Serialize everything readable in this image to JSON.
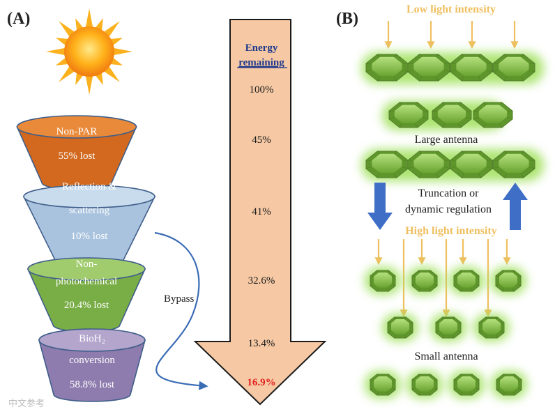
{
  "panel_a": {
    "label": "(A)",
    "funnels": [
      {
        "lines": [
          "Non-PAR",
          "55% lost"
        ],
        "fill": "#d2691e",
        "top": "#e98a3a",
        "text_color": "#ffffff"
      },
      {
        "lines": [
          "Reflection &",
          "scattering",
          "10% lost"
        ],
        "fill": "#a9c3de",
        "top": "#c9dcee",
        "text_color": "#ffffff"
      },
      {
        "lines": [
          "Non-",
          "photochemical",
          "20.4% lost"
        ],
        "fill": "#79ad46",
        "top": "#a0cc6e",
        "text_color": "#ffffff"
      },
      {
        "lines": [
          "BioH₂",
          "conversion",
          "58.8% lost"
        ],
        "fill": "#8e7cae",
        "top": "#b3a5cc",
        "text_color": "#ffffff"
      }
    ],
    "bypass_label": "Bypass",
    "arrow": {
      "header_lines": [
        "Energy",
        "remaining"
      ],
      "header_color": "#203a8c",
      "values": [
        "100%",
        "45%",
        "41%",
        "32.6%",
        "13.4%",
        "16.9%"
      ],
      "highlight_color": "#e0201e",
      "fill": "#f6c9a4"
    }
  },
  "panel_b": {
    "label": "(B)",
    "low_light_label": "Low light intensity",
    "large_antenna_label": "Large antenna",
    "regulation_lines": [
      "Truncation or",
      "dynamic regulation"
    ],
    "high_light_label": "High light intensity",
    "small_antenna_label": "Small antenna",
    "light_color": "#efbf5f",
    "antenna_color": "#7fb943",
    "regulation_arrow_color": "#3f6ec7"
  },
  "watermark": "中文参考"
}
